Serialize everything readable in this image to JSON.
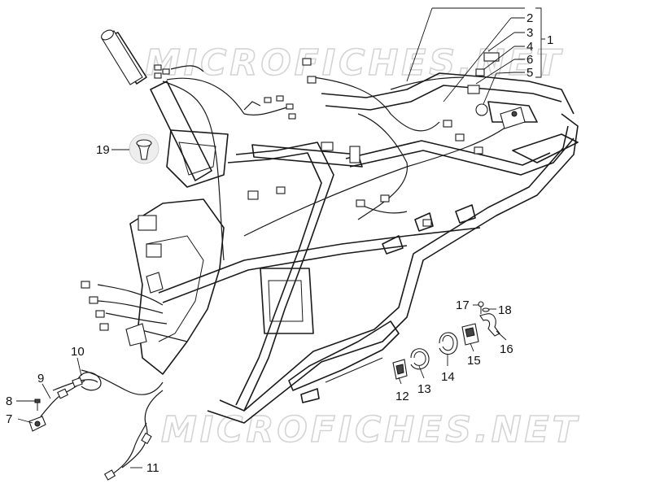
{
  "diagram": {
    "watermarks": [
      "MICROFICHES.NET",
      "MICROFICHES.NET"
    ],
    "callouts": [
      {
        "id": "1",
        "label": "1"
      },
      {
        "id": "2",
        "label": "2"
      },
      {
        "id": "3",
        "label": "3"
      },
      {
        "id": "4",
        "label": "4"
      },
      {
        "id": "5",
        "label": "5"
      },
      {
        "id": "6",
        "label": "6"
      },
      {
        "id": "7",
        "label": "7"
      },
      {
        "id": "8",
        "label": "8"
      },
      {
        "id": "9",
        "label": "9"
      },
      {
        "id": "10",
        "label": "10"
      },
      {
        "id": "11",
        "label": "11"
      },
      {
        "id": "12",
        "label": "12"
      },
      {
        "id": "13",
        "label": "13"
      },
      {
        "id": "14",
        "label": "14"
      },
      {
        "id": "15",
        "label": "15"
      },
      {
        "id": "16",
        "label": "16"
      },
      {
        "id": "17",
        "label": "17"
      },
      {
        "id": "18",
        "label": "18"
      },
      {
        "id": "19",
        "label": "19"
      }
    ]
  }
}
